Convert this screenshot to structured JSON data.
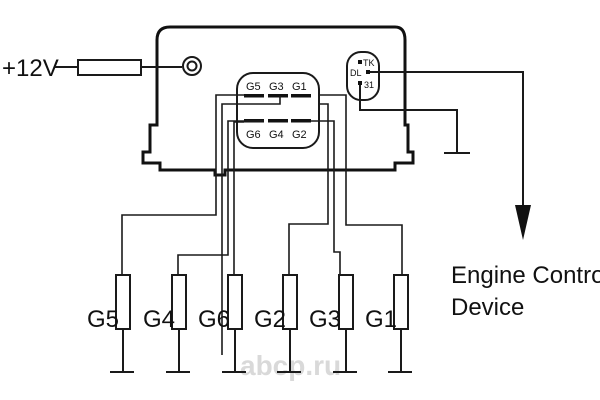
{
  "diagram": {
    "supply_label": "+12V",
    "connector_pins_top": [
      "G5",
      "G3",
      "G1"
    ],
    "connector_pins_bottom": [
      "G6",
      "G4",
      "G2"
    ],
    "diag_pins": {
      "tk": "TK",
      "dl": "DL",
      "gnd": "31"
    },
    "glow_plugs": [
      "G5",
      "G4",
      "G6",
      "G2",
      "G3",
      "G1"
    ],
    "output_label_line1": "Engine Control",
    "output_label_line2": "Device",
    "watermark": "abcp.ru"
  },
  "colors": {
    "line": "#1a1a1a",
    "background": "#ffffff",
    "watermark": "#d9d9d9"
  }
}
